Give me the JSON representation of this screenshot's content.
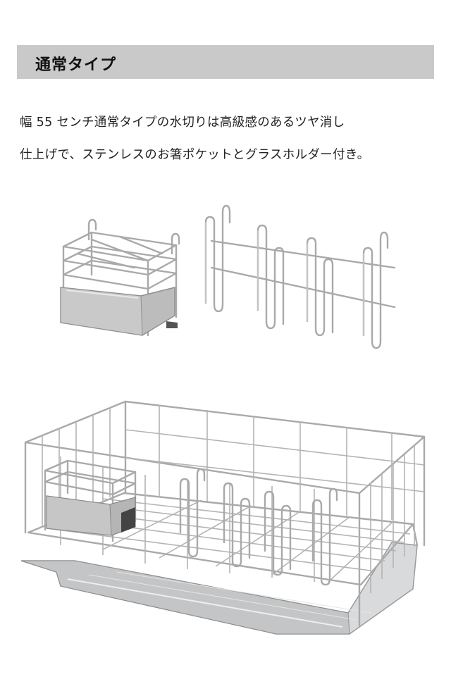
{
  "section": {
    "heading": "通常タイプ",
    "description_lines": [
      "幅 55 センチ通常タイプの水切りは高級感のあるツヤ消し",
      "仕上げで、ステンレスのお箸ポケットとグラスホルダー付き。"
    ]
  },
  "images": {
    "accessories_icon": "utensil-holder-and-glass-holder-photo",
    "rack_icon": "dish-drainer-rack-photo"
  },
  "colors": {
    "heading_background": "#c9c9c9",
    "steel": "#a9a9a9"
  }
}
